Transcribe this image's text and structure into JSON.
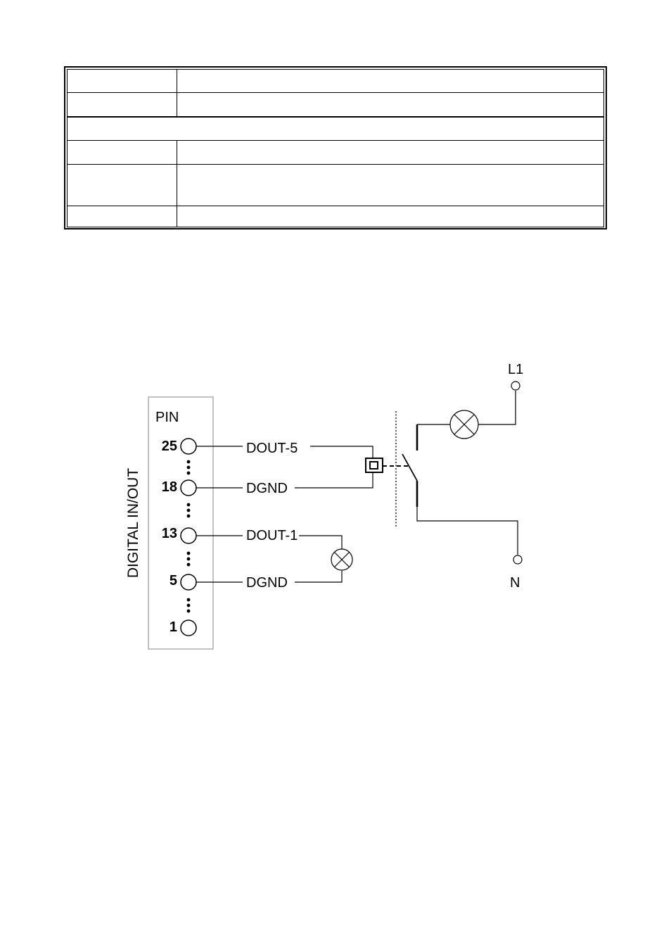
{
  "table": {
    "rows": [
      {
        "label": "",
        "value": ""
      },
      {
        "label": "",
        "value": ""
      },
      {
        "span": ""
      },
      {
        "label": "",
        "value": ""
      },
      {
        "label": "",
        "value": ""
      },
      {
        "label": "",
        "value": ""
      }
    ]
  },
  "diagram": {
    "connector_title": "DIGITAL IN/OUT",
    "pin_header": "PIN",
    "pins": [
      "25",
      "18",
      "13",
      "5",
      "1"
    ],
    "signals": [
      "DOUT-5",
      "DGND",
      "DOUT-1",
      "DGND"
    ],
    "supply_line": "L1",
    "neutral": "N"
  }
}
